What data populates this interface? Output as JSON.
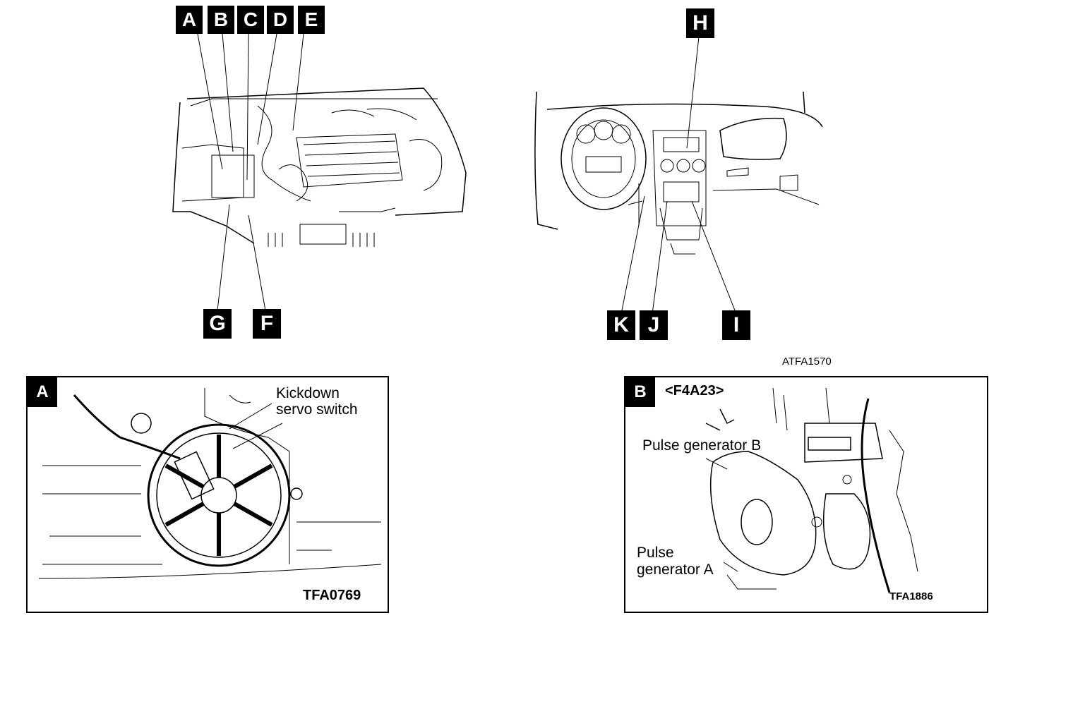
{
  "engine_bay": {
    "callouts_top": [
      "A",
      "B",
      "C",
      "D",
      "E"
    ],
    "callouts_bottom": [
      "G",
      "F"
    ]
  },
  "dashboard": {
    "callouts_top": [
      "H"
    ],
    "callouts_bottom": [
      "K",
      "J",
      "I"
    ],
    "figure_code": "ATFA1570"
  },
  "detail_a": {
    "tag": "A",
    "label_line1": "Kickdown",
    "label_line2": "servo switch",
    "figure_code": "TFA0769"
  },
  "detail_b": {
    "tag": "B",
    "model": "<F4A23>",
    "label_b": "Pulse generator B",
    "label_a_line1": "Pulse",
    "label_a_line2": "generator A",
    "figure_code": "TFA1886"
  }
}
